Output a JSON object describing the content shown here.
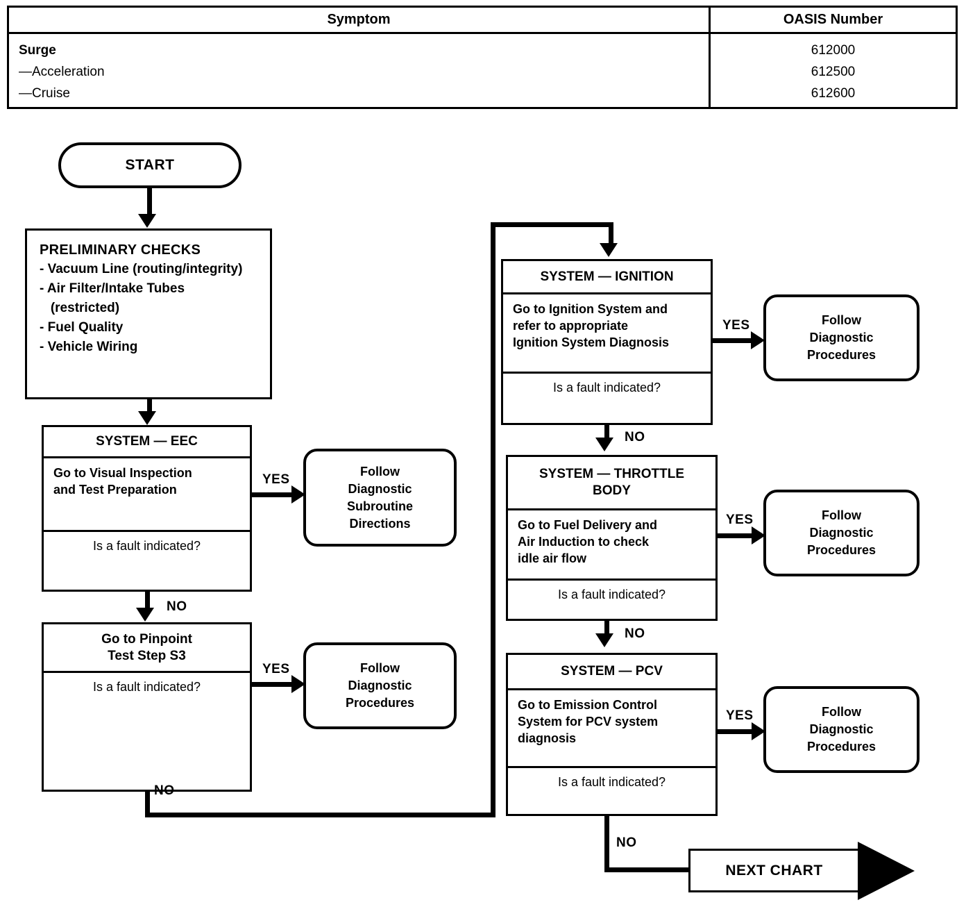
{
  "symptom_table": {
    "headers": [
      "Symptom",
      "OASIS Number"
    ],
    "rows": [
      {
        "symptom": "Surge",
        "bold": true,
        "oasis": "612000"
      },
      {
        "symptom": "—Acceleration",
        "bold": false,
        "oasis": "612500"
      },
      {
        "symptom": "—Cruise",
        "bold": false,
        "oasis": "612600"
      }
    ]
  },
  "flow": {
    "start": {
      "label": "START"
    },
    "preliminary_checks": {
      "title": "PRELIMINARY CHECKS",
      "items": [
        "- Vacuum Line (routing/integrity)",
        "- Air Filter/Intake Tubes",
        "   (restricted)",
        "- Fuel Quality",
        "- Vehicle Wiring"
      ]
    },
    "eec": {
      "title": "SYSTEM — EEC",
      "action": "Go to Visual Inspection\nand Test Preparation",
      "question": "Is a fault indicated?",
      "yes_label": "YES",
      "no_label": "NO",
      "yes_target": "Follow\nDiagnostic\nSubroutine\nDirections"
    },
    "pinpoint": {
      "action": "Go to Pinpoint\nTest Step S3",
      "question": "Is a fault indicated?",
      "yes_label": "YES",
      "no_label": "NO",
      "yes_target": "Follow\nDiagnostic\nProcedures"
    },
    "ignition": {
      "title": "SYSTEM — IGNITION",
      "action": "Go to Ignition System and\nrefer to appropriate\nIgnition System Diagnosis",
      "question": "Is a fault indicated?",
      "yes_label": "YES",
      "no_label": "NO",
      "yes_target": "Follow\nDiagnostic\nProcedures"
    },
    "throttle_body": {
      "title": "SYSTEM — THROTTLE\nBODY",
      "action": "Go to Fuel Delivery and\nAir Induction to check\nidle air flow",
      "question": "Is a fault indicated?",
      "yes_label": "YES",
      "no_label": "NO",
      "yes_target": "Follow\nDiagnostic\nProcedures"
    },
    "pcv": {
      "title": "SYSTEM — PCV",
      "action": "Go to Emission Control\nSystem for PCV system\ndiagnosis",
      "question": "Is a fault indicated?",
      "yes_label": "YES",
      "no_label": "NO",
      "yes_target": "Follow\nDiagnostic\nProcedures"
    },
    "next_chart": {
      "label": "NEXT CHART"
    }
  },
  "colors": {
    "ink": "#000000",
    "paper": "#ffffff"
  }
}
